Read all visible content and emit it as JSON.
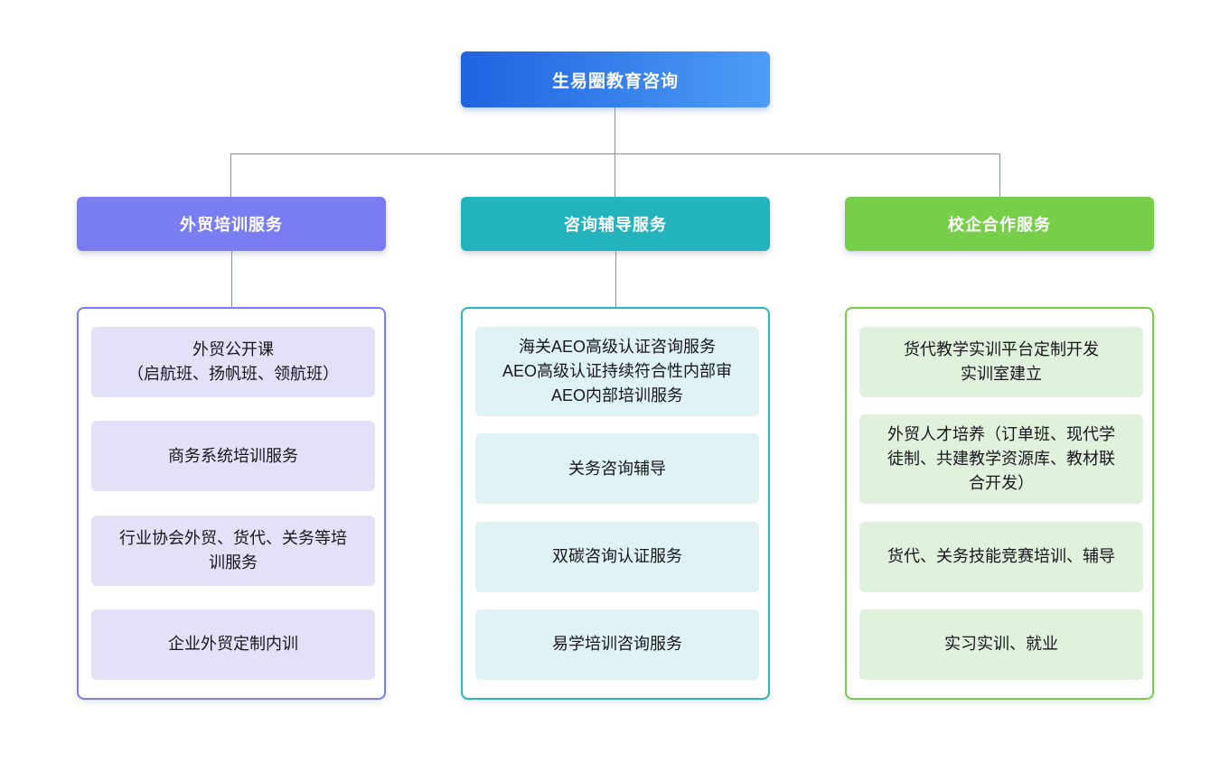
{
  "page": {
    "background": "#ffffff"
  },
  "connector_color": "#8c939b",
  "root_node": {
    "label": "生易圈教育咨询",
    "gradient_start": "#1f63e0",
    "gradient_end": "#4d9df6",
    "text_color": "#ffffff"
  },
  "branches": [
    {
      "id": "trade-training",
      "label": "外贸培训服务",
      "header_color": "#7a7df2",
      "border_color": "#7b7ef3",
      "item_bg": "#e3e1f8",
      "has_connector": true,
      "items": [
        {
          "lines": [
            "外贸公开课",
            "（启航班、扬帆班、领航班）"
          ]
        },
        {
          "lines": [
            "商务系统培训服务"
          ]
        },
        {
          "lines": [
            "行业协会外贸、货代、关务等培训服务"
          ]
        },
        {
          "lines": [
            "企业外贸定制内训"
          ]
        }
      ]
    },
    {
      "id": "consulting-coaching",
      "label": "咨询辅导服务",
      "header_color": "#22b3bc",
      "border_color": "#2ab6be",
      "item_bg": "#dff2f4",
      "has_connector": true,
      "items": [
        {
          "lines": [
            "海关AEO高级认证咨询服务",
            "AEO高级认证持续符合性内部审",
            "AEO内部培训服务"
          ]
        },
        {
          "lines": [
            "关务咨询辅导"
          ]
        },
        {
          "lines": [
            "双碳咨询认证服务"
          ]
        },
        {
          "lines": [
            "易学培训咨询服务"
          ]
        }
      ]
    },
    {
      "id": "school-enterprise",
      "label": "校企合作服务",
      "header_color": "#77ce48",
      "border_color": "#77ce48",
      "item_bg": "#e0f2dc",
      "has_connector": false,
      "items": [
        {
          "lines": [
            "货代教学实训平台定制开发",
            "实训室建立"
          ]
        },
        {
          "lines": [
            "外贸人才培养（订单班、现代学徒制、共建教学资源库、教材联合开发）"
          ]
        },
        {
          "lines": [
            "货代、关务技能竞赛培训、辅导"
          ]
        },
        {
          "lines": [
            "实习实训、就业"
          ]
        }
      ]
    }
  ]
}
